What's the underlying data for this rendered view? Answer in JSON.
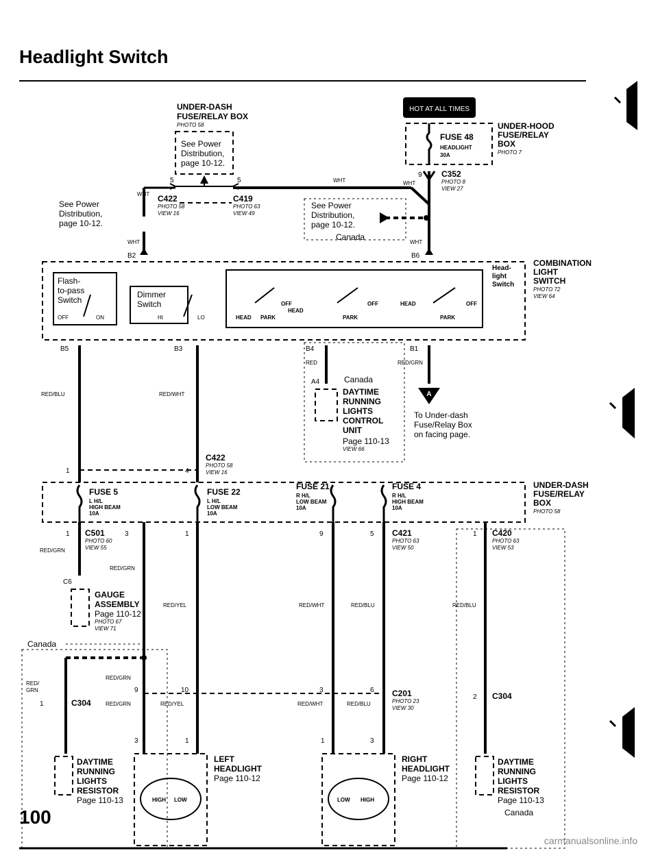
{
  "page": {
    "title": "Headlight Switch",
    "page_number": "100",
    "watermark": "carmanualsonline.info"
  },
  "hot_badge": "HOT AT ALL TIMES",
  "underhood_box": {
    "title_lines": [
      "UNDER-HOOD",
      "FUSE/RELAY",
      "BOX"
    ],
    "photo": "PHOTO 7",
    "fuse": "FUSE 48",
    "fuse_desc": "HEADLIGHT",
    "fuse_amp": "30A"
  },
  "underdash_box_top": {
    "title_lines": [
      "UNDER-DASH",
      "FUSE/RELAY BOX"
    ],
    "photo": "PHOTO 58",
    "note_lines": [
      "See Power",
      "Distribution,",
      "page 10-12."
    ]
  },
  "left_note_lines": [
    "See Power",
    "Distribution,",
    "page 10-12."
  ],
  "canada_note_lines": [
    "See Power",
    "Distribution,",
    "page 10-12."
  ],
  "canada": "Canada",
  "connectors_top": {
    "c422": {
      "name": "C422",
      "photo": "PHOTO 58",
      "view": "VIEW 16"
    },
    "c419": {
      "name": "C419",
      "photo": "PHOTO 63",
      "view": "VIEW 49"
    },
    "c352": {
      "name": "C352",
      "photo": "PHOTO 8",
      "view": "VIEW 27"
    }
  },
  "pins_top": {
    "p5a": "5",
    "p5b": "5",
    "p9": "9",
    "b2": "B2",
    "b6": "B6"
  },
  "wires": {
    "wht": "WHT",
    "red_blu": "RED/BLU",
    "red_wht": "RED/WHT",
    "red": "RED",
    "red_grn": "RED/GRN",
    "red_yel": "RED/YEL",
    "red_grn_split": [
      "RED/",
      "GRN"
    ]
  },
  "combo_switch": {
    "title_lines": [
      "COMBINATION",
      "LIGHT",
      "SWITCH"
    ],
    "photo": "PHOTO 72",
    "view": "VIEW 64",
    "flash_lines": [
      "Flash-",
      "to-pass",
      "Switch"
    ],
    "off": "OFF",
    "on": "ON",
    "dimmer_lines": [
      "Dimmer",
      "Switch"
    ],
    "hi": "HI",
    "lo": "LO",
    "head_label": [
      "Head-",
      "light",
      "Switch"
    ],
    "pos_off": "OFF",
    "pos_head": "HEAD",
    "pos_park": "PARK"
  },
  "pins_mid": {
    "b5": "B5",
    "b3": "B3",
    "b4": "B4",
    "b1": "B1",
    "a4": "A4",
    "p1": "1",
    "p4": "4"
  },
  "drl_unit": {
    "lines": [
      "DAYTIME",
      "RUNNING",
      "LIGHTS",
      "CONTROL",
      "UNIT"
    ],
    "page": "Page 110-13",
    "view": "VIEW 66"
  },
  "underdash_ref": {
    "badge": "A",
    "lines": [
      "To Under-dash",
      "Fuse/Relay Box",
      "on facing page."
    ]
  },
  "c422_mid": {
    "name": "C422",
    "photo": "PHOTO 58",
    "view": "VIEW 16"
  },
  "underdash_box_bottom": {
    "title_lines": [
      "UNDER-DASH",
      "FUSE/RELAY",
      "BOX"
    ],
    "photo": "PHOTO 58"
  },
  "fuses": [
    {
      "name": "FUSE 5",
      "l1": "L H/L",
      "l2": "HIGH BEAM",
      "amp": "10A"
    },
    {
      "name": "FUSE 22",
      "l1": "L H/L",
      "l2": "LOW BEAM",
      "amp": "10A"
    },
    {
      "name": "FUSE 21",
      "l1": "R H/L",
      "l2": "LOW BEAM",
      "amp": "10A"
    },
    {
      "name": "FUSE 4",
      "l1": "R H/L",
      "l2": "HIGH BEAM",
      "amp": "10A"
    }
  ],
  "connectors_bottom": {
    "c501": {
      "name": "C501",
      "photo": "PHOTO 60",
      "view": "VIEW 55"
    },
    "c421": {
      "name": "C421",
      "photo": "PHOTO 63",
      "view": "VIEW 50"
    },
    "c420": {
      "name": "C420",
      "photo": "PHOTO 63",
      "view": "VIEW 53"
    },
    "c201": {
      "name": "C201",
      "photo": "PHOTO 23",
      "view": "VIEW 30"
    },
    "c304a": {
      "name": "C304"
    },
    "c304b": {
      "name": "C304"
    }
  },
  "gauge": {
    "c6": "C6",
    "lines": [
      "GAUGE",
      "ASSEMBLY"
    ],
    "page": "Page 110-12",
    "photo": "PHOTO 67",
    "view": "VIEW 71"
  },
  "pins_bottom": {
    "p1": "1",
    "p3": "3",
    "p9": "9",
    "p5": "5",
    "p10": "10",
    "p6": "6",
    "p2": "2"
  },
  "drl_resistor": {
    "lines": [
      "DAYTIME",
      "RUNNING",
      "LIGHTS",
      "RESISTOR"
    ],
    "page": "Page 110-13"
  },
  "left_headlight": {
    "lines": [
      "LEFT",
      "HEADLIGHT"
    ],
    "page": "Page 110-12",
    "high": "HIGH",
    "low": "LOW"
  },
  "right_headlight": {
    "lines": [
      "RIGHT",
      "HEADLIGHT"
    ],
    "page": "Page 110-12",
    "high": "HIGH",
    "low": "LOW"
  }
}
